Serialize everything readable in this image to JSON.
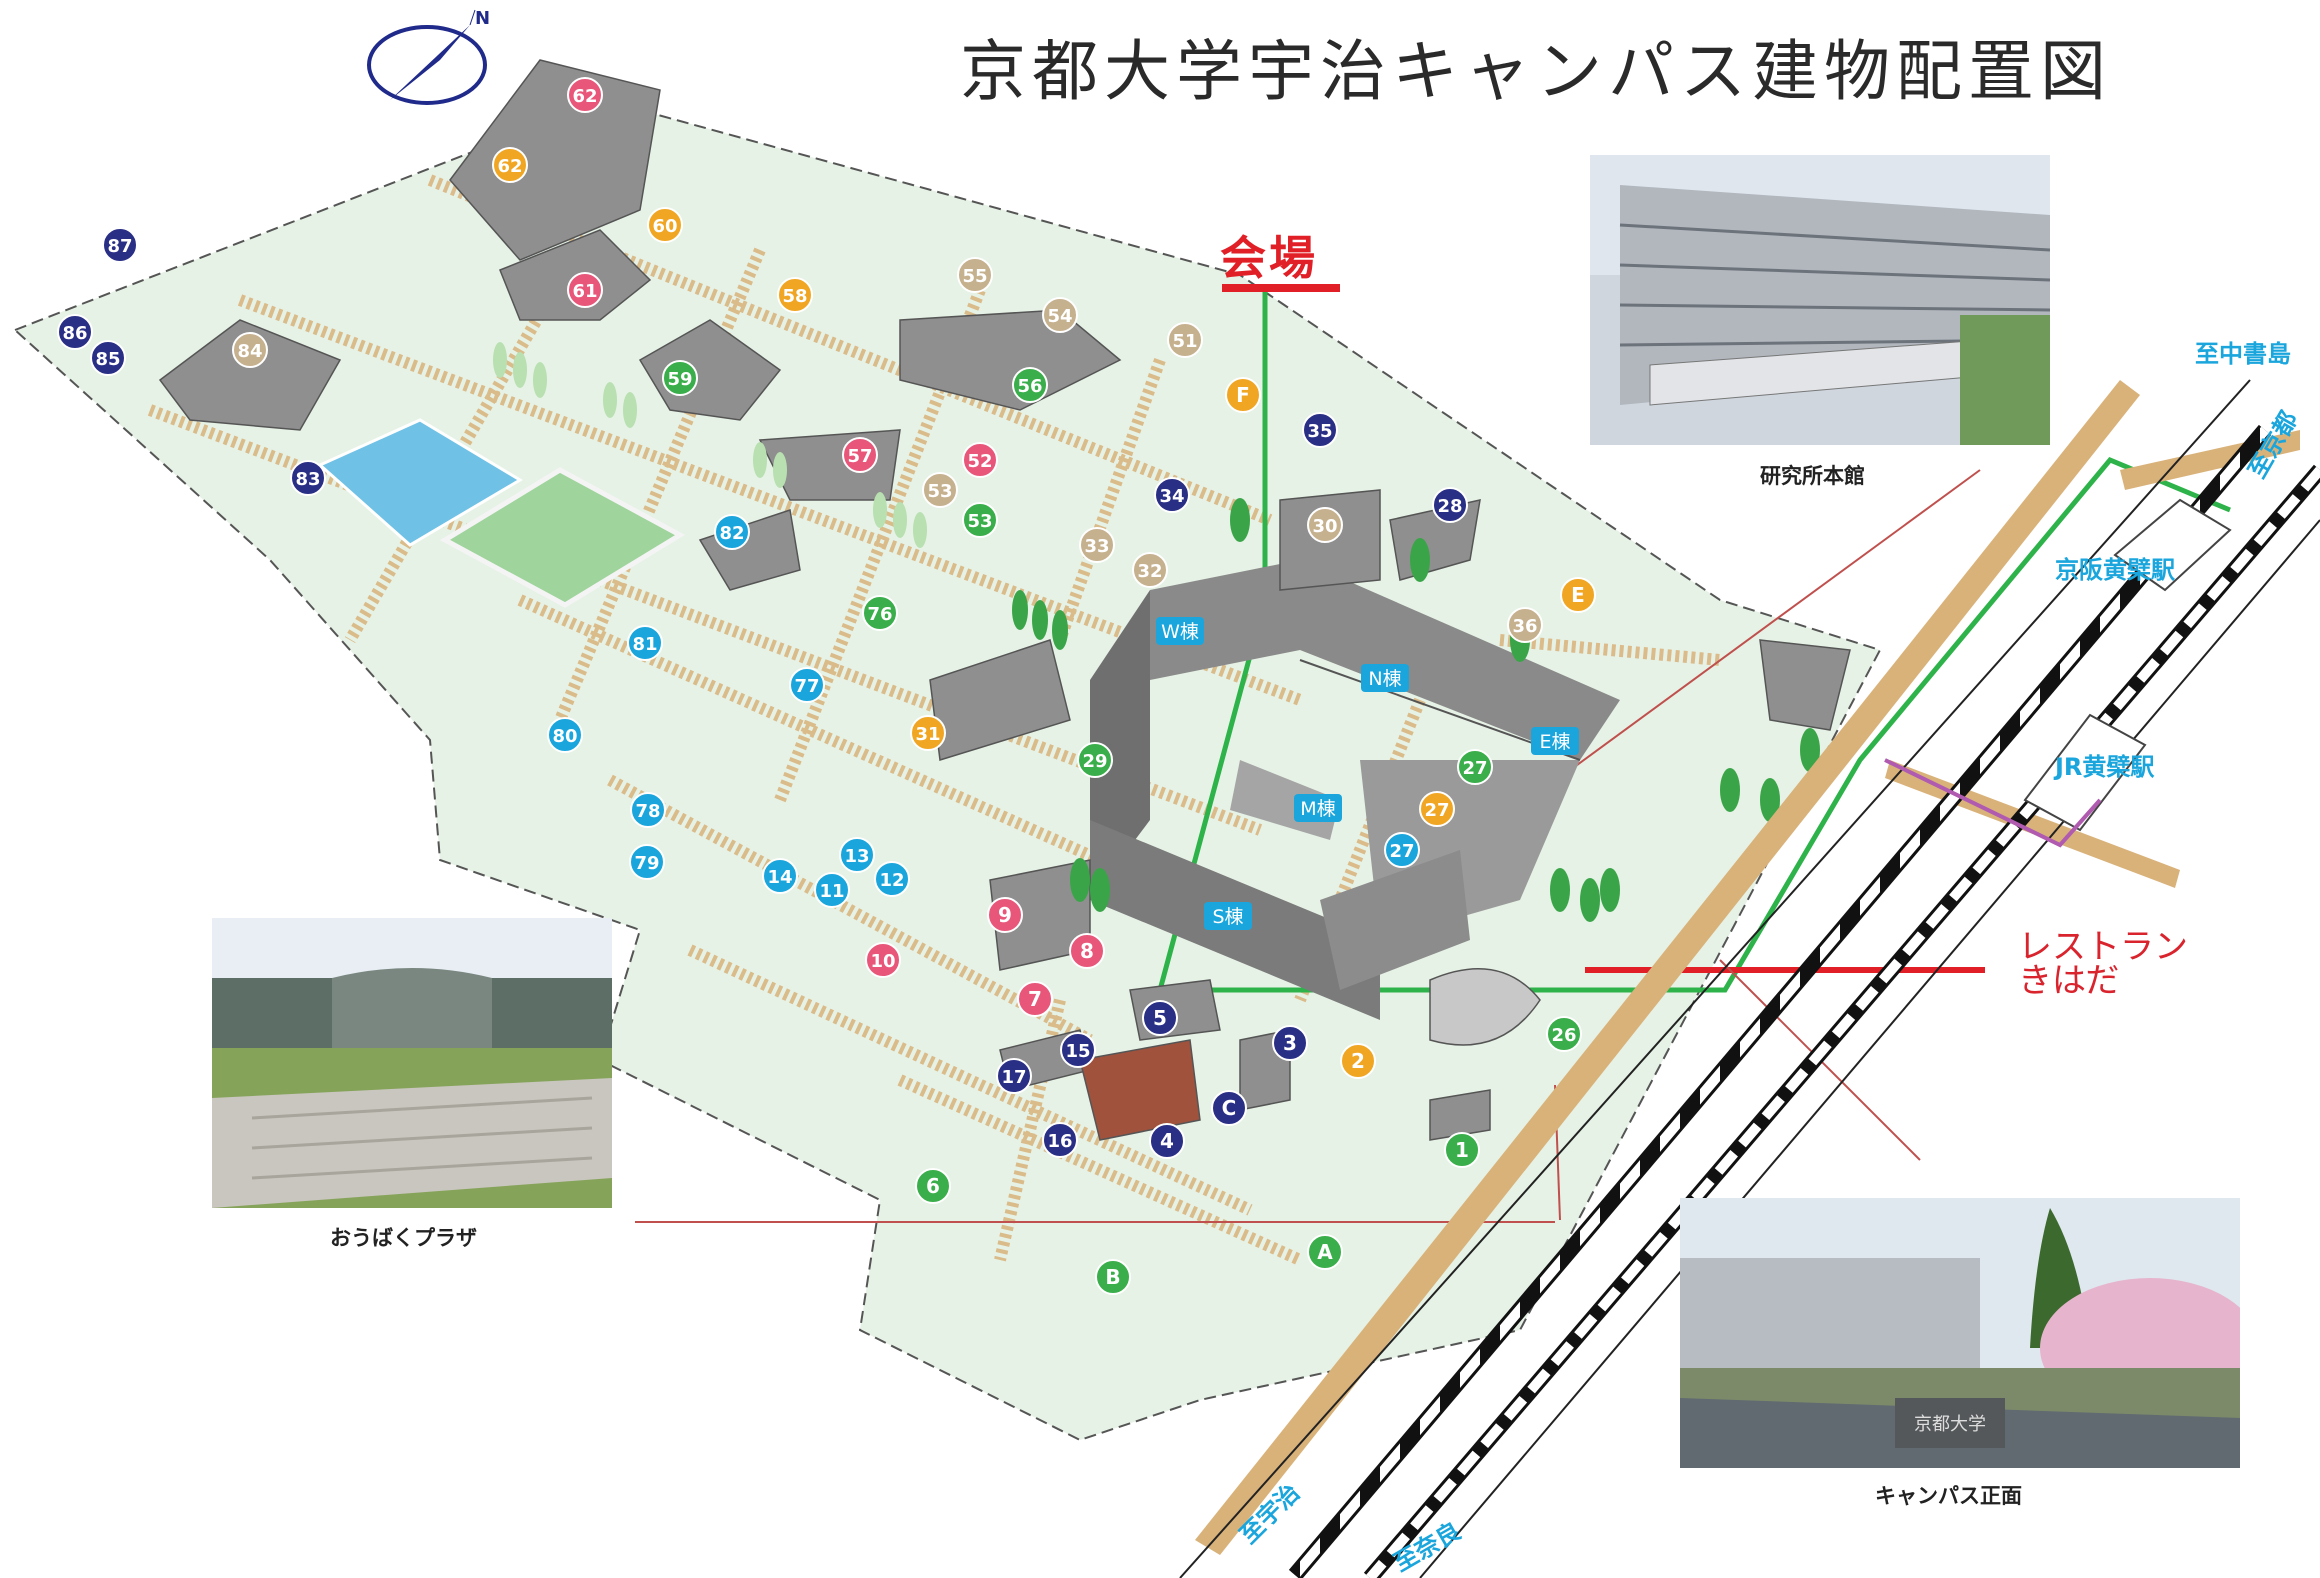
{
  "title": "京都大学宇治キャンパス建物配置図",
  "compass_label": "N",
  "venue_label": "会場",
  "restaurant_label": [
    "レストラン",
    "きはだ"
  ],
  "photos": {
    "main_building": "研究所本館",
    "obaku_plaza": "おうばくプラザ",
    "campus_front": "キャンパス正面",
    "gate_sign": "京都大学"
  },
  "stations": {
    "keihan": "京阪黄檗駅",
    "jr": "JR黄檗駅"
  },
  "destinations": {
    "nakashojima": "至中書島",
    "kyoto": "至京都",
    "uji": "至宇治",
    "nara": "至奈良"
  },
  "wings": [
    "W棟",
    "N棟",
    "E棟",
    "M棟",
    "S棟"
  ],
  "colors": {
    "pink": "#e8567a",
    "orange": "#f0a623",
    "tan": "#c6b18f",
    "green": "#3aae4b",
    "navy": "#2a2f86",
    "cyan": "#1aa6dd",
    "ground": "#e6f2e6",
    "path": "#d9b27a",
    "venue": "#e01f26",
    "route": "#2db34a",
    "jr_route": "#b05ab0"
  },
  "markers": [
    {
      "label": "62",
      "color": "pink"
    },
    {
      "label": "62",
      "color": "orange"
    },
    {
      "label": "60",
      "color": "orange"
    },
    {
      "label": "61",
      "color": "pink"
    },
    {
      "label": "58",
      "color": "orange"
    },
    {
      "label": "55",
      "color": "tan"
    },
    {
      "label": "54",
      "color": "tan"
    },
    {
      "label": "51",
      "color": "tan"
    },
    {
      "label": "56",
      "color": "green"
    },
    {
      "label": "59",
      "color": "green"
    },
    {
      "label": "57",
      "color": "pink"
    },
    {
      "label": "52",
      "color": "pink"
    },
    {
      "label": "53",
      "color": "tan"
    },
    {
      "label": "53",
      "color": "green"
    },
    {
      "label": "F",
      "color": "orange"
    },
    {
      "label": "35",
      "color": "navy"
    },
    {
      "label": "28",
      "color": "navy"
    },
    {
      "label": "34",
      "color": "navy"
    },
    {
      "label": "30",
      "color": "tan"
    },
    {
      "label": "33",
      "color": "tan"
    },
    {
      "label": "32",
      "color": "tan"
    },
    {
      "label": "36",
      "color": "tan"
    },
    {
      "label": "E",
      "color": "orange"
    },
    {
      "label": "87",
      "color": "navy"
    },
    {
      "label": "86",
      "color": "navy"
    },
    {
      "label": "85",
      "color": "navy"
    },
    {
      "label": "84",
      "color": "tan"
    },
    {
      "label": "83",
      "color": "navy"
    },
    {
      "label": "82",
      "color": "cyan"
    },
    {
      "label": "81",
      "color": "cyan"
    },
    {
      "label": "76",
      "color": "green"
    },
    {
      "label": "77",
      "color": "cyan"
    },
    {
      "label": "80",
      "color": "cyan"
    },
    {
      "label": "31",
      "color": "orange"
    },
    {
      "label": "29",
      "color": "green"
    },
    {
      "label": "78",
      "color": "cyan"
    },
    {
      "label": "79",
      "color": "cyan"
    },
    {
      "label": "14",
      "color": "cyan"
    },
    {
      "label": "13",
      "color": "cyan"
    },
    {
      "label": "11",
      "color": "cyan"
    },
    {
      "label": "12",
      "color": "cyan"
    },
    {
      "label": "9",
      "color": "pink"
    },
    {
      "label": "8",
      "color": "pink"
    },
    {
      "label": "10",
      "color": "pink"
    },
    {
      "label": "7",
      "color": "pink"
    },
    {
      "label": "5",
      "color": "navy"
    },
    {
      "label": "3",
      "color": "navy"
    },
    {
      "label": "2",
      "color": "orange"
    },
    {
      "label": "C",
      "color": "navy"
    },
    {
      "label": "17",
      "color": "navy"
    },
    {
      "label": "15",
      "color": "navy"
    },
    {
      "label": "16",
      "color": "navy"
    },
    {
      "label": "4",
      "color": "navy"
    },
    {
      "label": "27",
      "color": "green"
    },
    {
      "label": "27",
      "color": "orange"
    },
    {
      "label": "27",
      "color": "cyan"
    },
    {
      "label": "26",
      "color": "green"
    },
    {
      "label": "1",
      "color": "green"
    },
    {
      "label": "6",
      "color": "green"
    },
    {
      "label": "A",
      "color": "green"
    },
    {
      "label": "B",
      "color": "green"
    }
  ]
}
